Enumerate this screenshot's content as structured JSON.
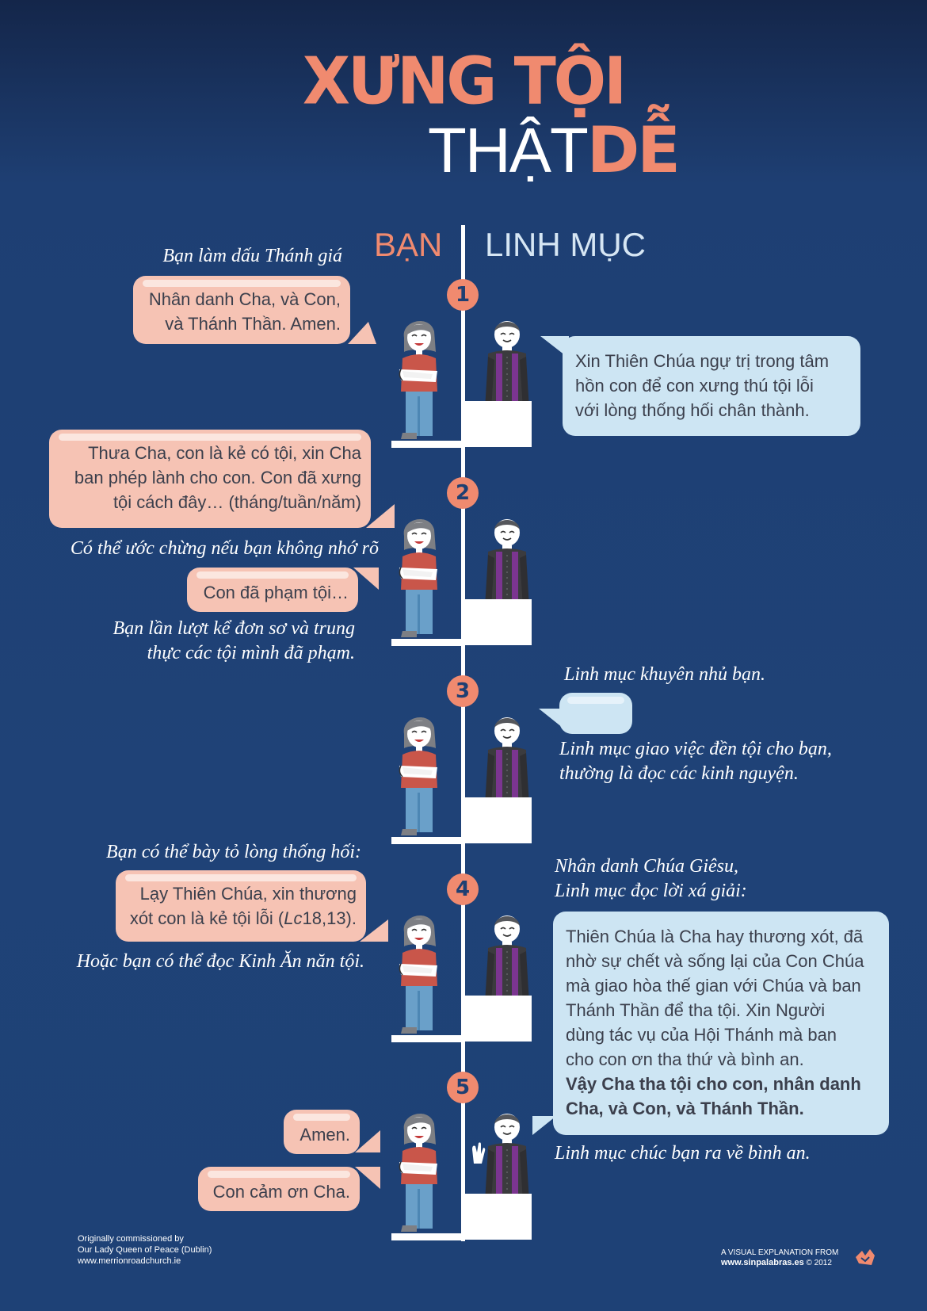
{
  "title": {
    "line1": "XƯNG TỘI",
    "line2_regular": "THẬT",
    "line2_bold": "DỄ"
  },
  "columns": {
    "you": "BẠN",
    "priest": "LINH MỤC"
  },
  "steps": [
    "1",
    "2",
    "3",
    "4",
    "5"
  ],
  "step1": {
    "note_you": "Bạn làm dấu Thánh giá",
    "bubble_you": [
      "Nhân danh Cha, và Con,",
      "và Thánh Thần. Amen."
    ],
    "bubble_priest": [
      "Xin Thiên Chúa ngự trị trong tâm",
      "hồn con để con xưng thú tội lỗi",
      "với lòng thống hối chân thành."
    ]
  },
  "step2": {
    "bubble_you": [
      "Thưa Cha, con là kẻ có tội, xin Cha",
      "ban phép lành cho con. Con đã xưng",
      "tội cách đây… (tháng/tuần/năm)"
    ],
    "note_estimate": "Có thể ước chừng nếu bạn không nhớ rõ",
    "bubble_sins": "Con đã phạm tội…",
    "note_list": [
      "Bạn lần lượt kể đơn sơ và trung",
      "thực các tội mình đã phạm."
    ]
  },
  "step3": {
    "note_advice": "Linh mục khuyên nhủ bạn.",
    "note_penance": [
      "Linh mục giao việc đền tội cho bạn,",
      "thường là đọc các kinh nguyện."
    ]
  },
  "step4": {
    "note_you": "Bạn có thể bày tỏ lòng thống hối:",
    "bubble_you_line1": "Lạy Thiên Chúa, xin thương",
    "bubble_you_line2_a": "xót con là kẻ tội lỗi (",
    "bubble_you_line2_ref": "Lc",
    "bubble_you_line2_b": "18,13).",
    "note_or": "Hoặc bạn có thể đọc Kinh Ăn năn tội.",
    "note_priest": [
      "Nhân danh Chúa Giêsu,",
      "Linh mục đọc lời xá giải:"
    ],
    "bubble_priest": [
      "Thiên Chúa là Cha hay thương xót, đã",
      "nhờ sự chết và sống lại của Con Chúa",
      "mà giao hòa thế gian với Chúa và ban",
      "Thánh Thần để tha tội. Xin Người",
      "dùng tác vụ của Hội Thánh mà ban",
      "cho con ơn tha thứ và bình an."
    ],
    "bubble_priest_bold": [
      "Vậy Cha tha tội cho con, nhân danh",
      "Cha, và Con, và Thánh Thần."
    ]
  },
  "step5": {
    "bubble_amen": "Amen.",
    "bubble_thanks": "Con cảm ơn Cha.",
    "note_priest": "Linh mục chúc bạn ra về bình an."
  },
  "credits": {
    "left": [
      "Originally commissioned by",
      "Our Lady Queen of Peace (Dublin)",
      "www.merrionroadchurch.ie"
    ],
    "right_line1": "A VISUAL EXPLANATION FROM",
    "right_site": "www.sinpalabras.es",
    "right_year": "© 2012"
  },
  "colors": {
    "accent": "#f08a6f",
    "background": "#1e3f72",
    "pink_bubble": "#f6c3b4",
    "blue_bubble": "#cde5f3",
    "stole": "#7b3590"
  },
  "icons": [
    "penitent-figure",
    "priest-figure",
    "sinpalabras-logo-icon"
  ]
}
